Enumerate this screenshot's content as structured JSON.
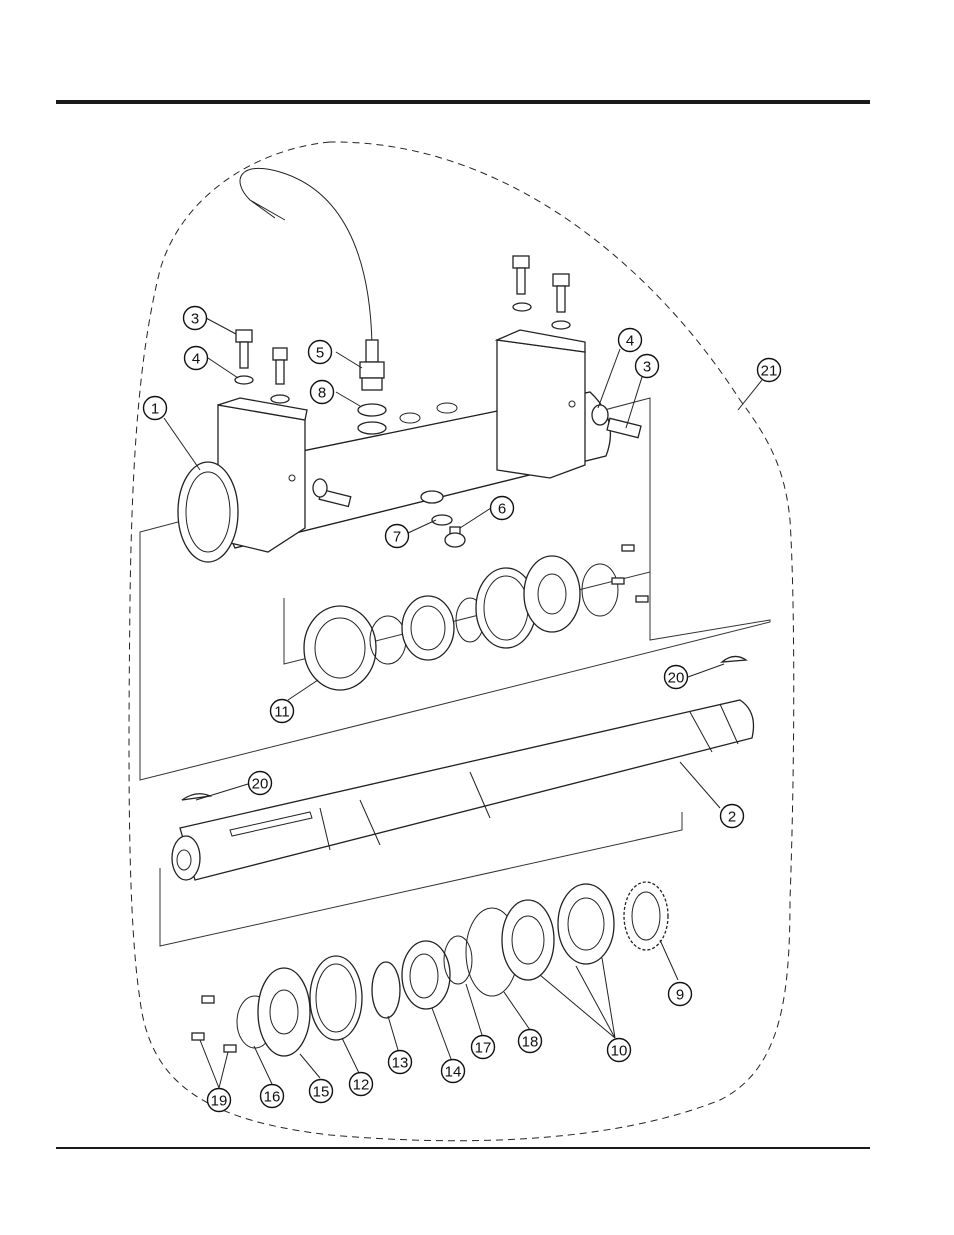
{
  "colors": {
    "ink": "#111111",
    "background": "#ffffff",
    "rule": "#1a1a1a"
  },
  "callouts": [
    {
      "id": "c1",
      "label": "1"
    },
    {
      "id": "c2",
      "label": "2"
    },
    {
      "id": "c3a",
      "label": "3"
    },
    {
      "id": "c3b",
      "label": "3"
    },
    {
      "id": "c4a",
      "label": "4"
    },
    {
      "id": "c4b",
      "label": "4"
    },
    {
      "id": "c5",
      "label": "5"
    },
    {
      "id": "c6",
      "label": "6"
    },
    {
      "id": "c7",
      "label": "7"
    },
    {
      "id": "c8",
      "label": "8"
    },
    {
      "id": "c9",
      "label": "9"
    },
    {
      "id": "c10",
      "label": "10"
    },
    {
      "id": "c11",
      "label": "11"
    },
    {
      "id": "c12",
      "label": "12"
    },
    {
      "id": "c13",
      "label": "13"
    },
    {
      "id": "c14",
      "label": "14"
    },
    {
      "id": "c15",
      "label": "15"
    },
    {
      "id": "c16",
      "label": "16"
    },
    {
      "id": "c17",
      "label": "17"
    },
    {
      "id": "c18",
      "label": "18"
    },
    {
      "id": "c19",
      "label": "19"
    },
    {
      "id": "c20a",
      "label": "20"
    },
    {
      "id": "c20b",
      "label": "20"
    },
    {
      "id": "c21",
      "label": "21"
    }
  ]
}
